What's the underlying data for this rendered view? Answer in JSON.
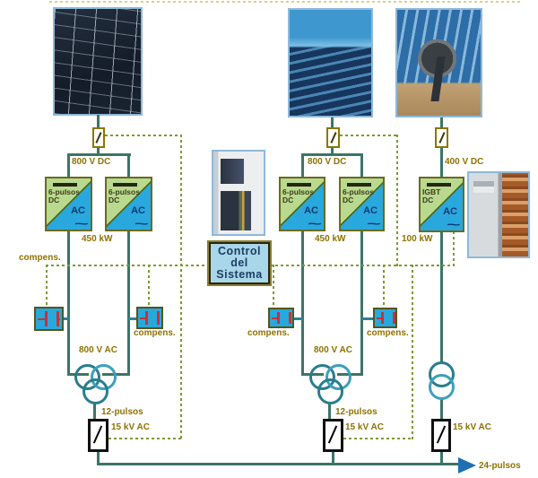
{
  "labels": {
    "dc_800": "800 V DC",
    "dc_400": "400 V DC",
    "kw_450": "450 kW",
    "kw_100": "100 kW",
    "ac_800": "800 V AC",
    "pulses_12": "12-pulsos",
    "kv_15": "15 kV AC",
    "pulses_24": "24-pulsos",
    "compens": "compens."
  },
  "inverters": {
    "six_pulse": {
      "line1": "6-pulsos",
      "line2": "DC",
      "ac": "AC",
      "wave": "~"
    },
    "igbt": {
      "line1": "IGBT",
      "line2": "DC",
      "ac": "AC",
      "wave": "~"
    }
  },
  "control_box": {
    "line1": "Control",
    "line2": "del",
    "line3": "Sistema"
  },
  "colors": {
    "wire": "#3c7568",
    "wire_teal": "#2e8096",
    "dashed_control": "#7d9a33",
    "label_text": "#8f7200",
    "inverter_green": "#b9d98e",
    "inverter_blue": "#29a8dd",
    "capacitor_red": "#c23535",
    "control_box_fill": "#a9d6e8",
    "arrow_blue": "#1f6fb5",
    "ac_text": "#123a70",
    "transformer_teal": "#2a7d8c",
    "transformer_cyan": "#3da0bd"
  }
}
